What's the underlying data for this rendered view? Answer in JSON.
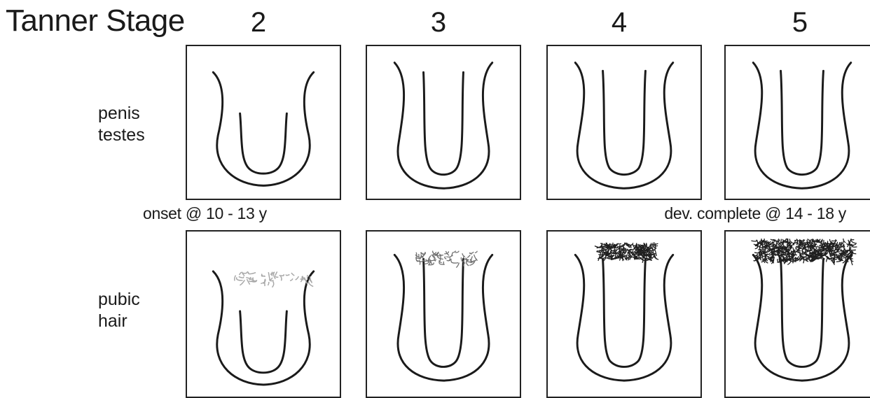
{
  "title": "Tanner Stage",
  "stages": [
    "2",
    "3",
    "4",
    "5"
  ],
  "rows": [
    {
      "label_line1": "penis",
      "label_line2": "testes"
    },
    {
      "label_line1": "pubic",
      "label_line2": "hair"
    }
  ],
  "annotations": {
    "onset": "onset @ 10 - 13 y",
    "complete": "dev. complete @ 14 - 18 y"
  },
  "colors": {
    "outline": "#1a1a1a",
    "hair_light": "#a8a8a8",
    "hair_medium": "#6f6f6f",
    "hair_dark": "#1f1f1f"
  },
  "hair_levels": [
    "sparse light",
    "light",
    "dense",
    "adult"
  ]
}
